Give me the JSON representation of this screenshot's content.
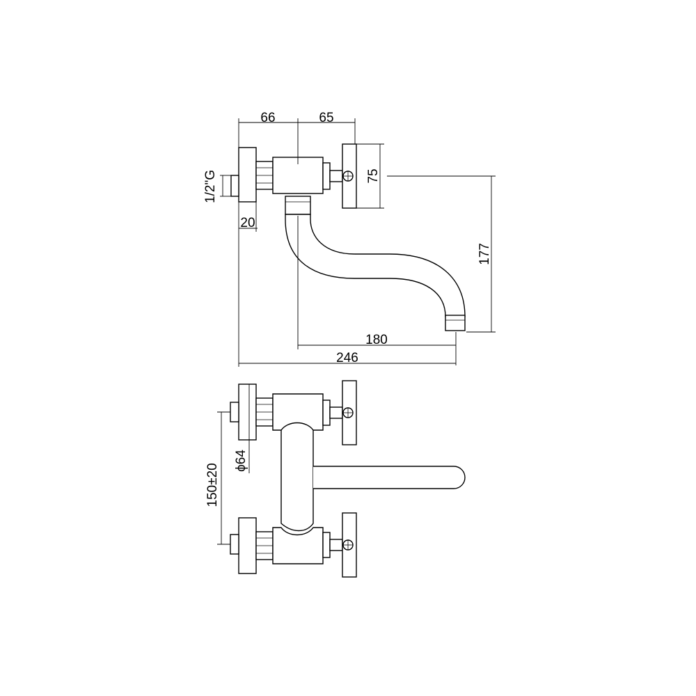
{
  "dimensions": {
    "top_left_width": "66",
    "top_right_width": "65",
    "handle_height": "75",
    "thread": "1/2\"G",
    "flange_depth": "20",
    "spout_height": "177",
    "spout_reach": "180",
    "total_depth": "246",
    "flange_diameter": "ϕ64",
    "centres": "150±20"
  }
}
